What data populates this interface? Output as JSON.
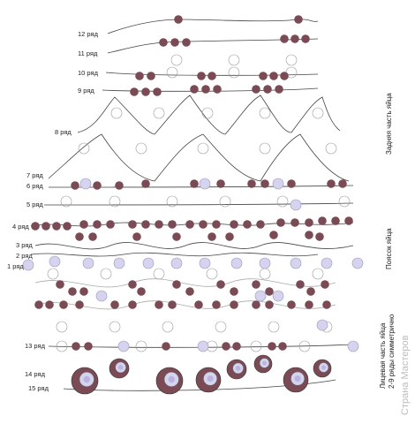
{
  "row_labels": [
    "12 ряд",
    "11 ряд",
    "10 ряд",
    "9 ряд",
    "8 ряд",
    "7 ряд",
    "6 ряд",
    "5 ряд",
    "4 ряд",
    "3 ряд",
    "2 ряд",
    "1 ряд",
    "13 ряд",
    "14 ряд",
    "15 ряд"
  ],
  "side_labels": {
    "back": "Задняя часть яйца",
    "belt": "Поясок яйца",
    "front": "Лицевая часть яйца",
    "symmetric": "2-9 ряды симметрично"
  },
  "watermark": "Страна Мастеров",
  "colors": {
    "dark_bead": "#7a4a55",
    "light_bead": "#d6d3ee",
    "thread": "#444444",
    "outline_bead": "#9a9a9a"
  }
}
